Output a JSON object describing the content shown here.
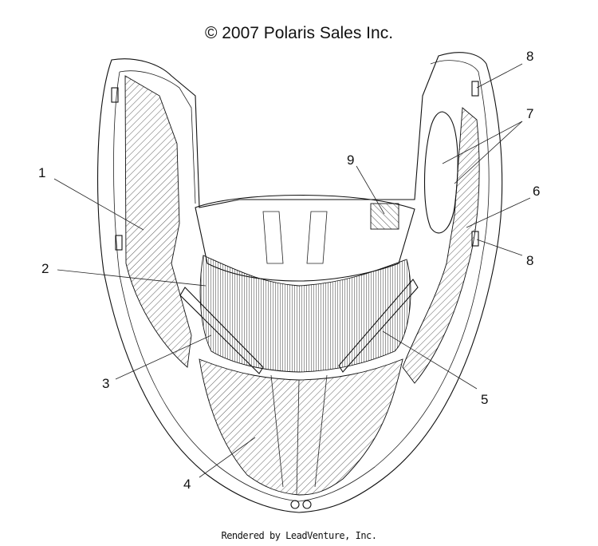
{
  "header": {
    "copyright": "© 2007 Polaris Sales Inc."
  },
  "footer": {
    "rendered_by": "Rendered by LeadVenture, Inc."
  },
  "callouts": [
    {
      "id": "1",
      "label": "1"
    },
    {
      "id": "2",
      "label": "2"
    },
    {
      "id": "3",
      "label": "3"
    },
    {
      "id": "4",
      "label": "4"
    },
    {
      "id": "5",
      "label": "5"
    },
    {
      "id": "6",
      "label": "6"
    },
    {
      "id": "7",
      "label": "7"
    },
    {
      "id": "8a",
      "label": "8"
    },
    {
      "id": "8b",
      "label": "8"
    },
    {
      "id": "9",
      "label": "9"
    }
  ],
  "colors": {
    "line": "#111111",
    "background": "#ffffff"
  }
}
